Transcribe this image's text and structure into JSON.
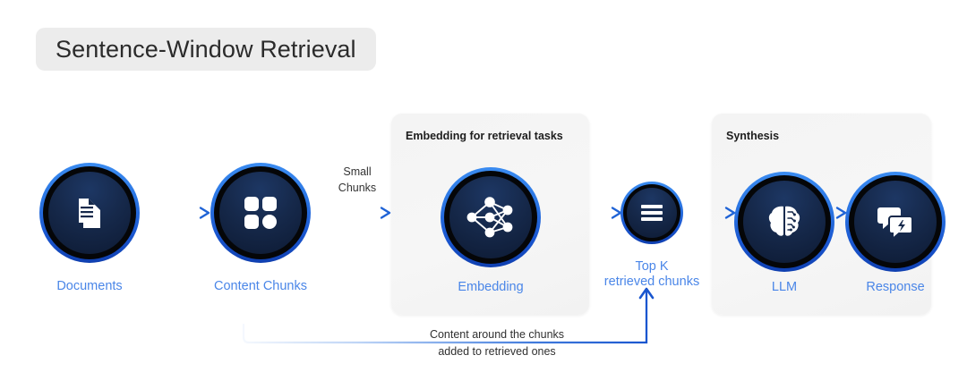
{
  "title": {
    "text": "Sentence-Window Retrieval"
  },
  "colors": {
    "label_blue": "#4a86e8",
    "ring_blue": "#2a74e2",
    "core_navy": "#16294b",
    "panel_gray": "#f4f4f4",
    "badge_gray": "#ececec",
    "text_dark": "#2b2b2b"
  },
  "panels": [
    {
      "id": "embedding",
      "title": "Embedding for retrieval tasks"
    },
    {
      "id": "synthesis",
      "title": "Synthesis"
    }
  ],
  "nodes": [
    {
      "id": "documents",
      "label": "Documents",
      "icon": "documents-icon",
      "size": "big"
    },
    {
      "id": "chunks",
      "label": "Content Chunks",
      "icon": "grid-squares-icon",
      "size": "big"
    },
    {
      "id": "embedding",
      "label": "Embedding",
      "icon": "neural-network-icon",
      "size": "big"
    },
    {
      "id": "topk",
      "label_line1": "Top K",
      "label_line2": "retrieved chunks",
      "icon": "list-lines-icon",
      "size": "small"
    },
    {
      "id": "llm",
      "label": "LLM",
      "icon": "brain-circuit-icon",
      "size": "big"
    },
    {
      "id": "response",
      "label": "Response",
      "icon": "chat-bolt-icon",
      "size": "big"
    }
  ],
  "connectors": {
    "small_chunks_caption_line1": "Small",
    "small_chunks_caption_line2": "Chunks"
  },
  "feedback": {
    "caption_line1": "Content around the chunks",
    "caption_line2": "added to retrieved ones"
  }
}
